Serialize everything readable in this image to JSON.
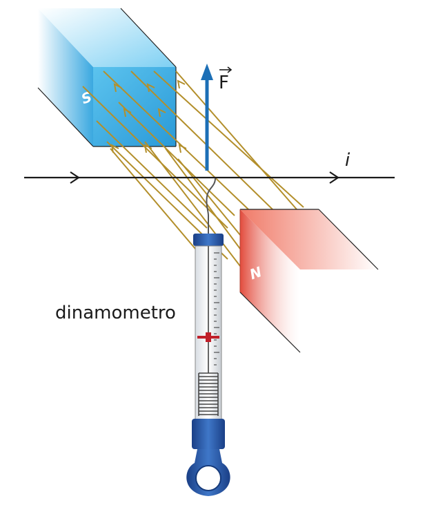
{
  "labels": {
    "force": "F",
    "current": "i",
    "dynamometer": "dinamometro",
    "magnet_south": "S",
    "magnet_north": "N"
  },
  "colors": {
    "field_lines": "#b38f2b",
    "force_arrow": "#1c6fb6",
    "wire": "#1a1a1a",
    "magnet_south": "#3aa8e0",
    "magnet_north": "#e85a4a",
    "dynamometer": "#1f4e9c",
    "indicator": "#c0202a"
  }
}
